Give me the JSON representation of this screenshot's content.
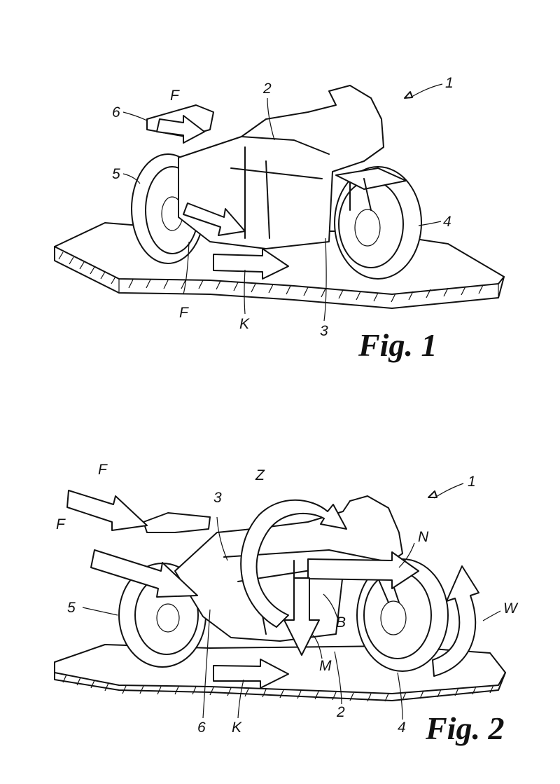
{
  "figures": [
    {
      "caption": "Fig. 1",
      "refs": {
        "vehicle": "1",
        "frame": "2",
        "radiator": "3",
        "front_wheel": "4",
        "rear_wheel": "5",
        "seat": "6",
        "airflow_upper": "F",
        "airflow_lower": "F",
        "travel": "K"
      }
    },
    {
      "caption": "Fig. 2",
      "refs": {
        "vehicle": "1",
        "radiator": "3",
        "rear_wheel": "5",
        "seat": "6",
        "frame": "2",
        "front_wheel": "4",
        "airflow_upper": "F",
        "airflow_lower": "F",
        "rotation_z": "Z",
        "rotation_w": "W",
        "force_n": "N",
        "force_b": "B",
        "moment_m": "M",
        "travel": "K"
      }
    }
  ]
}
